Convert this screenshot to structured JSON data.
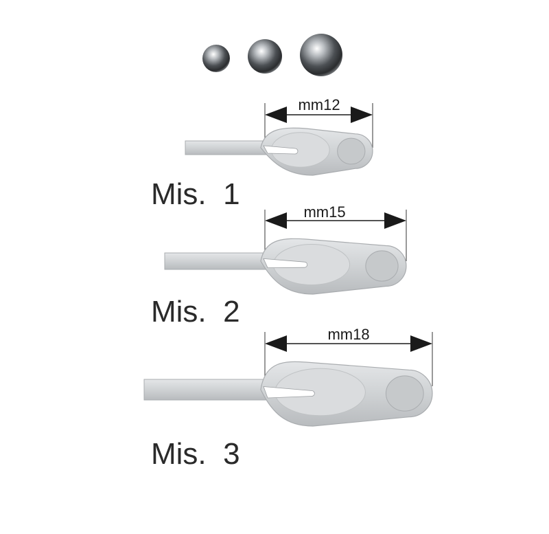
{
  "balls": [
    {
      "name": "small-ball"
    },
    {
      "name": "medium-ball"
    },
    {
      "name": "large-ball"
    }
  ],
  "items": [
    {
      "dimension": "mm12",
      "label": "Mis.  1"
    },
    {
      "dimension": "mm15",
      "label": "Mis.  2"
    },
    {
      "dimension": "mm18",
      "label": "Mis.  3"
    }
  ],
  "colors": {
    "ink": "#1a1a1a",
    "plastic": "#d2d4d6",
    "plastic_edge": "#a9acaf"
  }
}
